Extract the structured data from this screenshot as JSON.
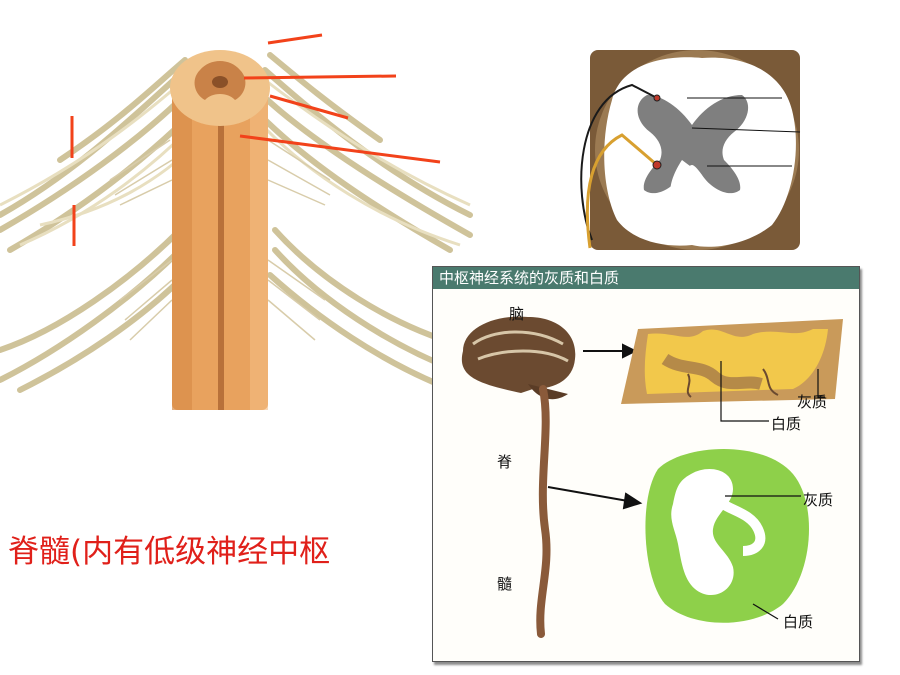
{
  "caption": "脊髓(内有低级神经中枢",
  "panel": {
    "title": "中枢神经系统的灰质和白质",
    "brain_label": "脑",
    "spinal_label_top": "脊",
    "spinal_label_bottom": "髓",
    "brain_gray_label": "灰质",
    "brain_white_label": "白质",
    "cord_gray_label": "灰质",
    "cord_white_label": "白质"
  },
  "colors": {
    "caption_red": "#e0201a",
    "cord_orange": "#e8a25e",
    "nerve_beige": "#d9cfa8",
    "header_teal": "#4a7a6e",
    "cord_green": "#8ed04a",
    "gray_matter_yellow": "#f2c84b",
    "white_matter_brown": "#c99a5a"
  }
}
